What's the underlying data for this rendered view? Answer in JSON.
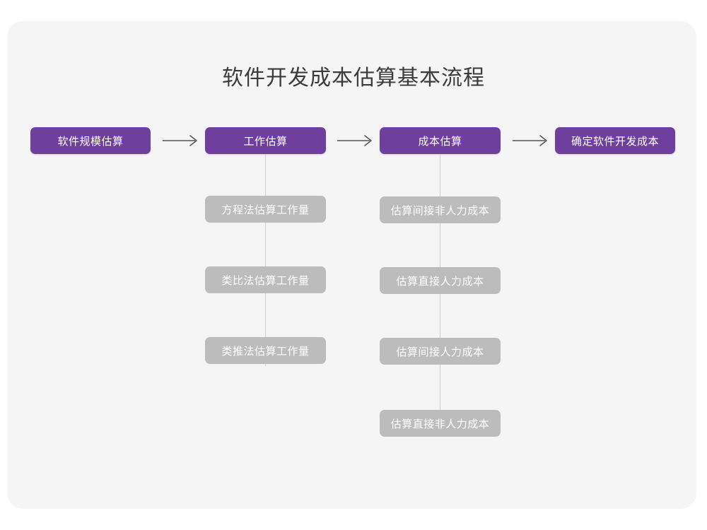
{
  "diagram": {
    "title": "软件开发成本估算基本流程",
    "colors": {
      "primary": "#6f3f9e",
      "sub": "#bcbcbc",
      "card_background": "#f5f5f5",
      "page_background": "#ffffff",
      "title_text": "#3b3b3b",
      "connector": "#cfcfcf",
      "arrow": "#555555"
    },
    "main_flow": [
      {
        "id": "step-1",
        "label": "软件规模估算"
      },
      {
        "id": "step-2",
        "label": "工作估算"
      },
      {
        "id": "step-3",
        "label": "成本估算"
      },
      {
        "id": "step-4",
        "label": "确定软件开发成本"
      }
    ],
    "arrows": [
      {
        "id": "arrow-1",
        "glyph": "arrow-right-icon",
        "from": "软件规模估算",
        "to": "工作估算"
      },
      {
        "id": "arrow-2",
        "glyph": "arrow-right-icon",
        "from": "工作估算",
        "to": "成本估算"
      },
      {
        "id": "arrow-3",
        "glyph": "arrow-right-icon",
        "from": "成本估算",
        "to": "确定软件开发成本"
      }
    ],
    "branches": [
      {
        "parent": "工作估算",
        "items": [
          {
            "id": "effort-1",
            "label": "方程法估算工作量"
          },
          {
            "id": "effort-2",
            "label": "类比法估算工作量"
          },
          {
            "id": "effort-3",
            "label": "类推法估算工作量"
          }
        ]
      },
      {
        "parent": "成本估算",
        "items": [
          {
            "id": "cost-1",
            "label": "估算间接非人力成本"
          },
          {
            "id": "cost-2",
            "label": "估算直接人力成本"
          },
          {
            "id": "cost-3",
            "label": "估算间接人力成本"
          },
          {
            "id": "cost-4",
            "label": "估算直接非人力成本"
          }
        ]
      }
    ]
  }
}
